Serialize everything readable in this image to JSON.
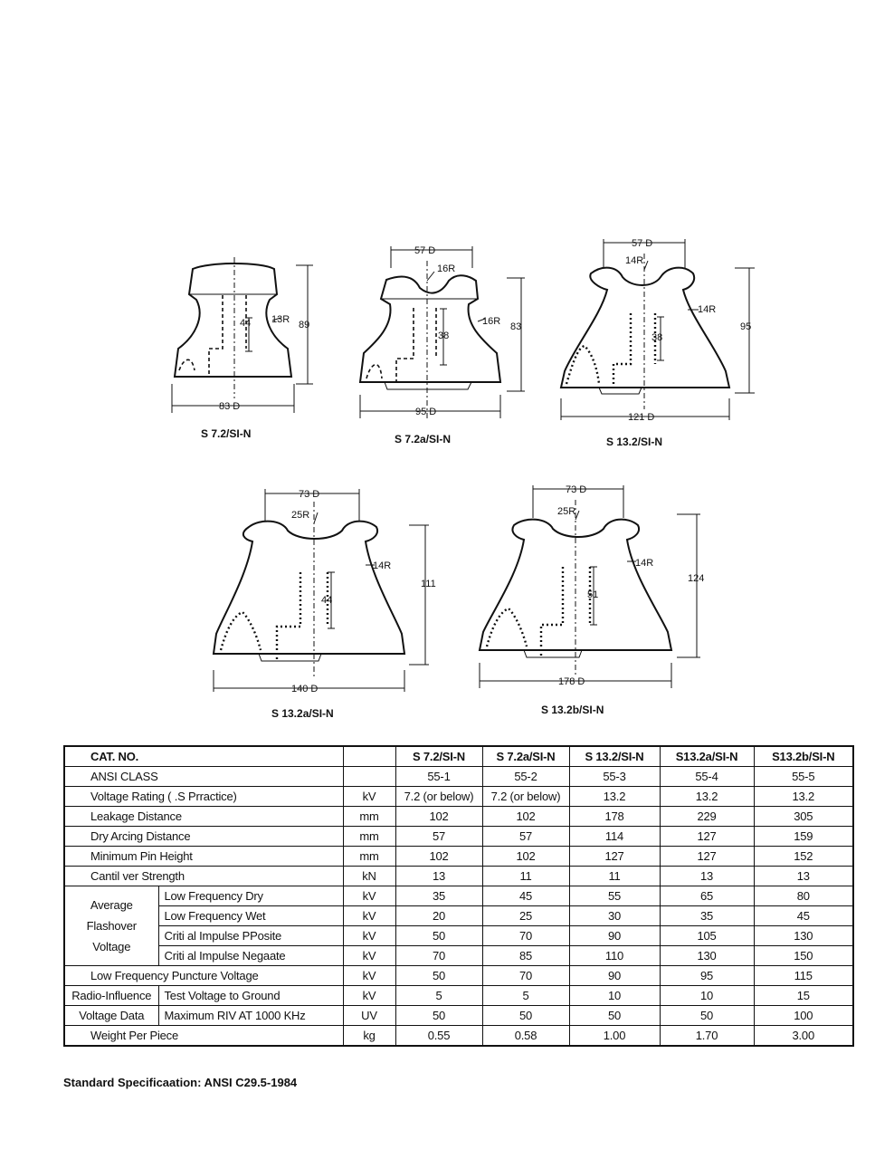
{
  "drawings": [
    {
      "caption": "S 7.2/SI-N",
      "width_label": "83 D",
      "height_label": "89",
      "pin_label": "44",
      "radius_label": "13R"
    },
    {
      "caption": "S 7.2a/SI-N",
      "width_label": "95 D",
      "top_label": "57 D",
      "height_label": "83",
      "pin_label": "38",
      "radius_top_label": "16R",
      "radius_label": "16R"
    },
    {
      "caption": "S 13.2/SI-N",
      "width_label": "121 D",
      "top_label": "57 D",
      "height_label": "95",
      "pin_label": "38",
      "radius_top_label": "14R",
      "radius_label": "14R"
    },
    {
      "caption": "S 13.2a/SI-N",
      "width_label": "140 D",
      "top_label": "73 D",
      "height_label": "111",
      "pin_label": "44",
      "radius_top_label": "25R",
      "radius_label": "14R"
    },
    {
      "caption": "S 13.2b/SI-N",
      "width_label": "178 D",
      "top_label": "73 D",
      "height_label": "124",
      "pin_label": "51",
      "radius_top_label": "25R",
      "radius_label": "14R"
    }
  ],
  "table": {
    "header": {
      "label": "CAT. NO.",
      "unit": "",
      "models": [
        "S 7.2/SI-N",
        "S 7.2a/SI-N",
        "S 13.2/SI-N",
        "S13.2a/SI-N",
        "S13.2b/SI-N"
      ]
    },
    "rows": [
      {
        "label": "ANSI CLASS",
        "unit": "",
        "values": [
          "55-1",
          "55-2",
          "55-3",
          "55-4",
          "55-5"
        ]
      },
      {
        "label": "Voltage Rating (  .S Prractice)",
        "unit": "kV",
        "values": [
          "7.2 (or below)",
          "7.2 (or below)",
          "13.2",
          "13.2",
          "13.2"
        ]
      },
      {
        "label": "Leakage Distance",
        "unit": "mm",
        "values": [
          "102",
          "102",
          "178",
          "229",
          "305"
        ]
      },
      {
        "label": "Dry Arcing Distance",
        "unit": "mm",
        "values": [
          "57",
          "57",
          "114",
          "127",
          "159"
        ]
      },
      {
        "label": "Minimum Pin Height",
        "unit": "mm",
        "values": [
          "102",
          "102",
          "127",
          "127",
          "152"
        ]
      },
      {
        "label": "Cantil  ver Strength",
        "unit": "kN",
        "values": [
          "13",
          "11",
          "11",
          "13",
          "13"
        ]
      }
    ],
    "flashover": {
      "group_label": "Average Flashover Voltage",
      "rows": [
        {
          "label": "Low Frequency Dry",
          "unit": "kV",
          "values": [
            "35",
            "45",
            "55",
            "65",
            "80"
          ]
        },
        {
          "label": "Low Frequency Wet",
          "unit": "kV",
          "values": [
            "20",
            "25",
            "30",
            "35",
            "45"
          ]
        },
        {
          "label": "Criti  al Impulse PPosite",
          "unit": "kV",
          "values": [
            "50",
            "70",
            "90",
            "105",
            "130"
          ]
        },
        {
          "label": "Criti  al Impulse Negaate",
          "unit": "kV",
          "values": [
            "70",
            "85",
            "110",
            "130",
            "150"
          ]
        }
      ]
    },
    "puncture": {
      "label": "Low Frequency Puncture Voltage",
      "unit": "kV",
      "values": [
        "50",
        "70",
        "90",
        "95",
        "115"
      ]
    },
    "radio": {
      "group_label_1": "Radio-Influence",
      "group_label_2": "Voltage Data",
      "rows": [
        {
          "label": "Test Voltage to Ground",
          "unit": "kV",
          "values": [
            "5",
            "5",
            "10",
            "10",
            "15"
          ]
        },
        {
          "label": "Maximum RIV AT 1000 KHz",
          "unit": "UV",
          "values": [
            "50",
            "50",
            "50",
            "50",
            "100"
          ]
        }
      ]
    },
    "weight": {
      "label": "Weight Per Piece",
      "unit": "kg",
      "values": [
        "0.55",
        "0.58",
        "1.00",
        "1.70",
        "3.00"
      ]
    }
  },
  "footnote": "Standard Specificaation: ANSI C29.5-1984"
}
